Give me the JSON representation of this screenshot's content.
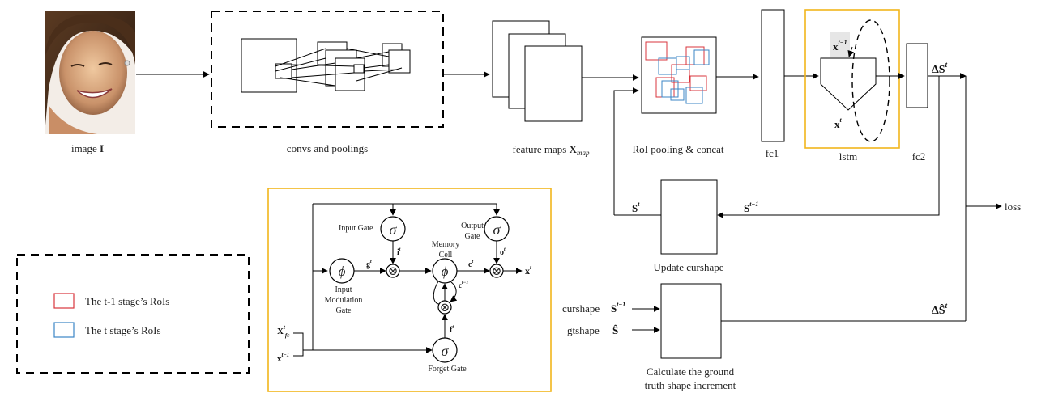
{
  "labels": {
    "image": "image",
    "image_sym": "I",
    "convs": "convs and poolings",
    "feature_maps": "feature maps",
    "feature_sym": "X",
    "feature_sub": "map",
    "roi_pool": "RoI pooling & concat",
    "fc1": "fc1",
    "lstm": "lstm",
    "fc2": "fc2",
    "delta_s": "ΔS",
    "delta_s_sup": "t",
    "loss": "loss",
    "s_t": "S",
    "s_t_sup": "t",
    "s_tm1": "S",
    "s_tm1_sup": "t−1",
    "update_curshape": "Update curshape",
    "curshape": "curshape",
    "gtshape": "gtshape",
    "s_hat": "Ŝ",
    "delta_s_hat": "ΔŜ",
    "delta_s_hat_sup": "t",
    "calc_line1": "Calculate the ground",
    "calc_line2": "truth shape increment",
    "lstm_x_prev": "x",
    "lstm_x_prev_sup": "t−1",
    "lstm_x_cur": "x",
    "lstm_x_cur_sup": "t"
  },
  "legend": {
    "prev": "The t-1 stage’s RoIs",
    "cur": "The t stage’s RoIs"
  },
  "cell": {
    "input_gate": "Input Gate",
    "output_gate_1": "Output",
    "output_gate_2": "Gate",
    "memory_1": "Memory",
    "memory_2": "Cell",
    "input_mod_1": "Input",
    "input_mod_2": "Modulation",
    "input_mod_3": "Gate",
    "forget_gate": "Forget Gate",
    "sigma": "σ",
    "phi": "ϕ",
    "times": "⊗",
    "g": "g",
    "i": "i",
    "c": "c",
    "o": "o",
    "f": "f",
    "x": "x",
    "c_prev": "c",
    "c_prev_sup": "t−1",
    "sup_t": "t",
    "xfc": "X",
    "xfc_sub": "fc",
    "x_prev": "x",
    "x_prev_sup": "t−1"
  },
  "colors": {
    "prev_roi": "#d9353c",
    "cur_roi": "#3b86c6",
    "highlight": "#f2b51c"
  }
}
